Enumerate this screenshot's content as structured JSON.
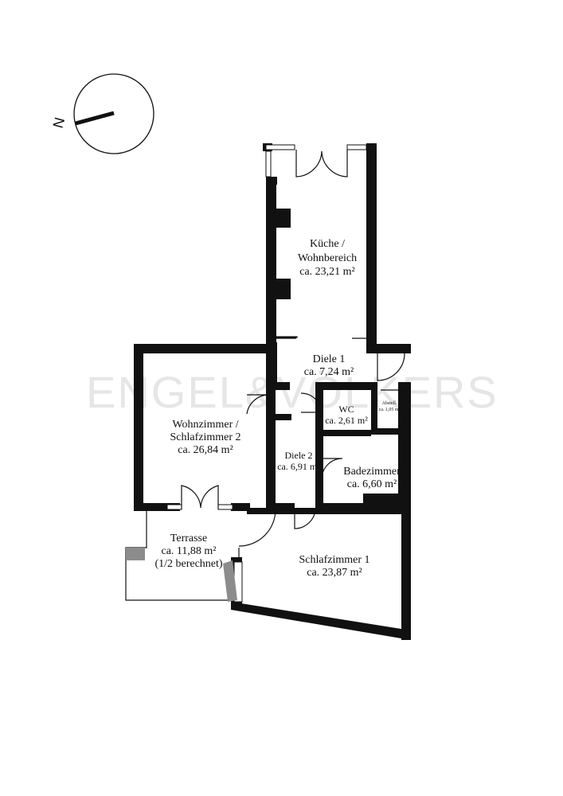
{
  "watermark": "ENGEL&VÖLKERS",
  "compass": {
    "label": "N",
    "icon": "north-arrow-icon"
  },
  "rooms": {
    "kueche": {
      "line1": "Küche /",
      "line2": "Wohnbereich",
      "line3": "ca. 23,21 m²"
    },
    "diele1": {
      "line1": "Diele 1",
      "line2": "ca. 7,24 m²"
    },
    "abstell": {
      "line1": "Abstell.",
      "line2": "ca. 1,05 m²"
    },
    "wc": {
      "line1": "WC",
      "line2": "ca. 2,61 m²"
    },
    "wohnzimmer": {
      "line1": "Wohnzimmer /",
      "line2": "Schlafzimmer 2",
      "line3": "ca. 26,84 m²"
    },
    "diele2": {
      "line1": "Diele 2",
      "line2": "ca. 6,91 m²"
    },
    "badezimmer": {
      "line1": "Badezimmer",
      "line2": "ca. 6,60 m²"
    },
    "terrasse": {
      "line1": "Terrasse",
      "line2": "ca. 11,88 m²",
      "line3": "(1/2 berechnet)"
    },
    "schlafzimmer1": {
      "line1": "Schlafzimmer 1",
      "line2": "ca. 23,87 m²"
    }
  }
}
